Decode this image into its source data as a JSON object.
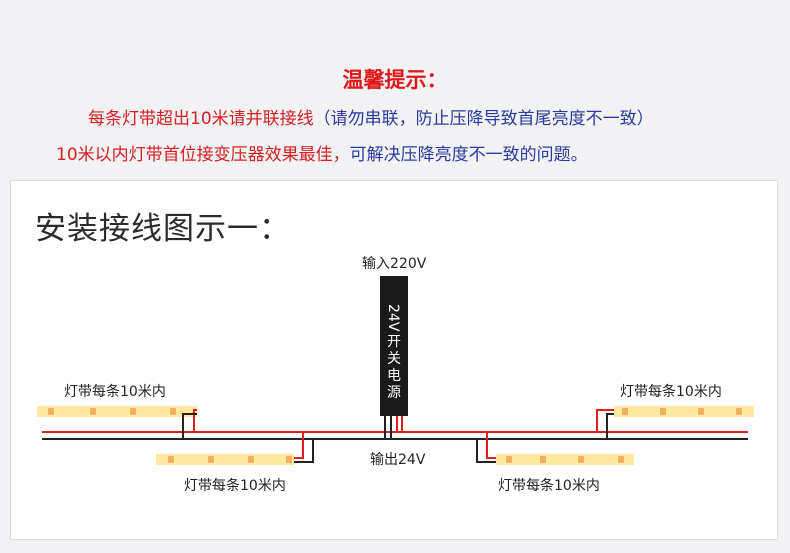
{
  "tip": {
    "title": "温馨提示：",
    "line1_red": "每条灯带超出10米请并联接线",
    "line1_blue": "（请勿串联，防止压降导致首尾亮度不一致）",
    "line2_red": "10米以内灯带首位接变压器效果最佳，",
    "line2_blue": "可解决压降亮度不一致的问题。"
  },
  "diagram": {
    "title": "安装接线图示一：",
    "input_label": "输入220V",
    "output_label": "输出24V",
    "psu_label": "24V开关电源",
    "strip_labels": [
      "灯带每条10米内",
      "灯带每条10米内",
      "灯带每条10米内",
      "灯带每条10米内"
    ]
  },
  "colors": {
    "title_red": "#e01818",
    "text_red": "#d42020",
    "text_blue": "#2a3aa0",
    "wire_red": "#e02020",
    "wire_black": "#222222",
    "strip_yellow": "#ffe8a0",
    "led": "#f5b060",
    "psu": "#1a1a1a"
  }
}
